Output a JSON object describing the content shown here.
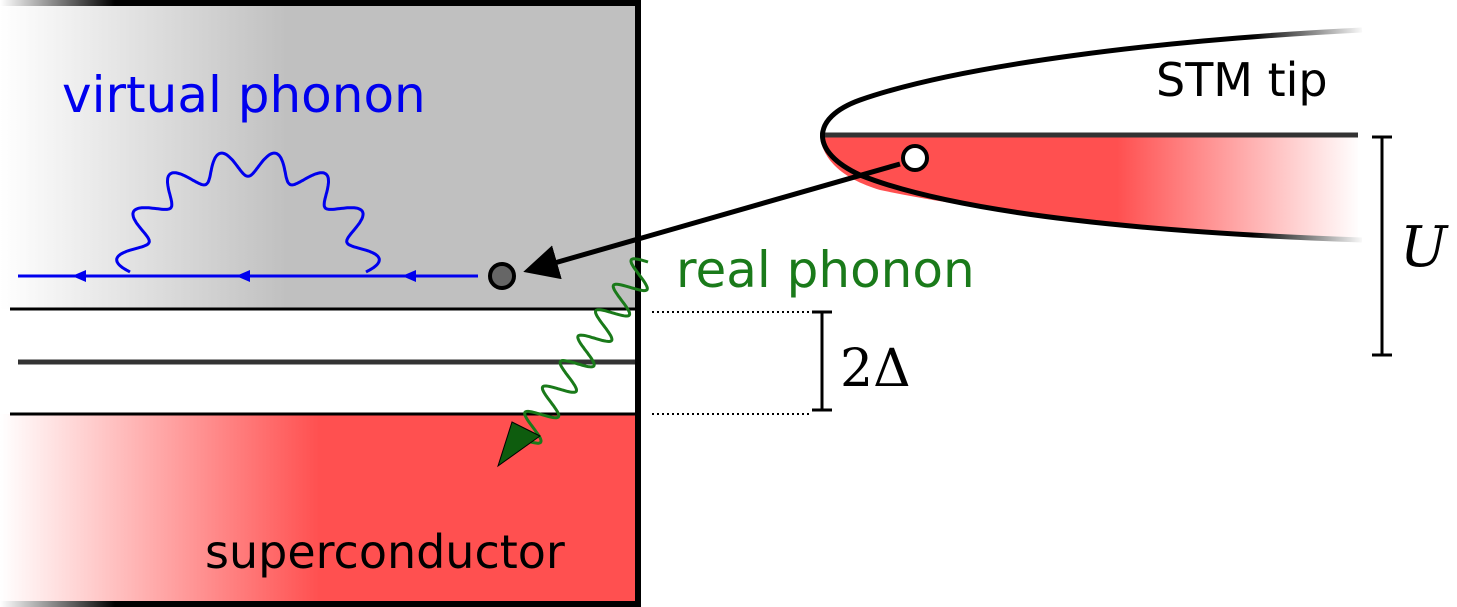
{
  "labels": {
    "virtual_phonon": "virtual phonon",
    "real_phonon": "real phonon",
    "stm_tip": "STM tip",
    "superconductor": "superconductor",
    "gap": "2Δ",
    "bias": "U"
  },
  "colors": {
    "virtual_phonon": "#0000ee",
    "real_phonon": "#1a7a1a",
    "real_phonon_arrow": "#0e5c0e",
    "filled_states": "#ff5050",
    "bulk_gray": "#c0c0c0",
    "line": "#000000"
  }
}
